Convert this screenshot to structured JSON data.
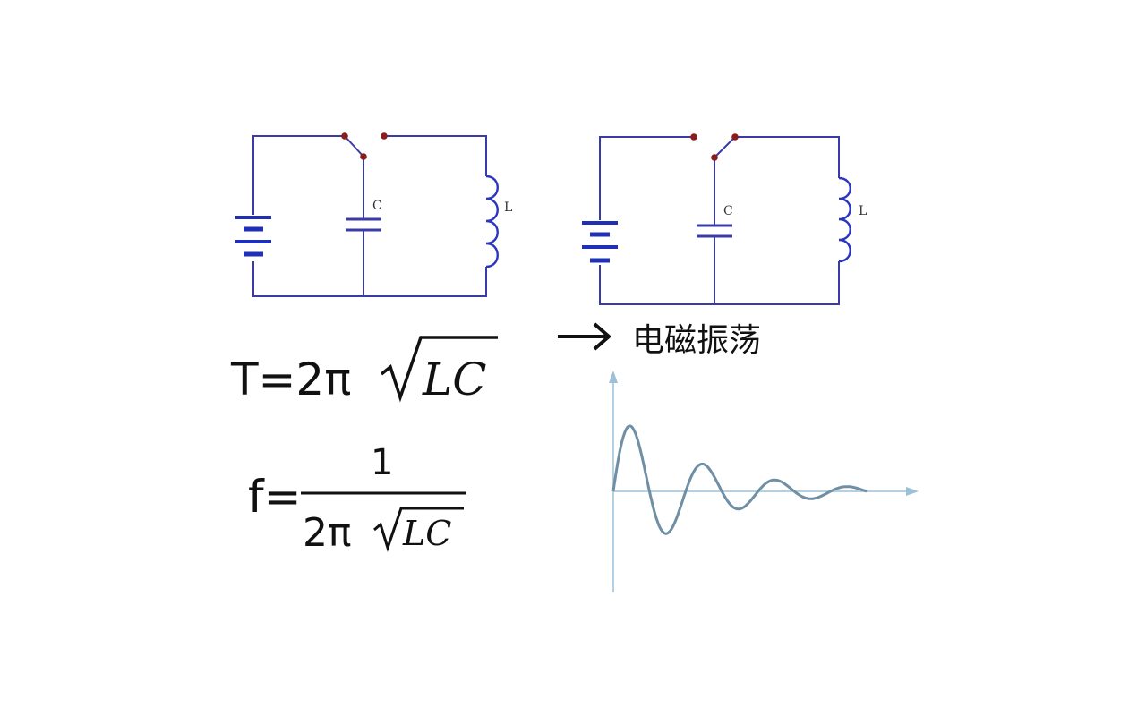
{
  "circuits": [
    {
      "id": "charging",
      "capacitor_label": "C",
      "inductor_label": "L",
      "switch_position": "battery"
    },
    {
      "id": "oscillating",
      "capacitor_label": "C",
      "inductor_label": "L",
      "switch_position": "inductor"
    }
  ],
  "formulas": {
    "period": {
      "lhs": "T=2π",
      "radicand": "LC"
    },
    "frequency": {
      "lhs": "f=",
      "numerator": "1",
      "denominator_prefix": "2π",
      "radicand": "LC"
    }
  },
  "arrow_label": "电磁振荡",
  "waveform": {
    "type": "damped-oscillation",
    "colors": {
      "axis": "#9cc0d8",
      "wave": "#6f8fa5"
    }
  }
}
